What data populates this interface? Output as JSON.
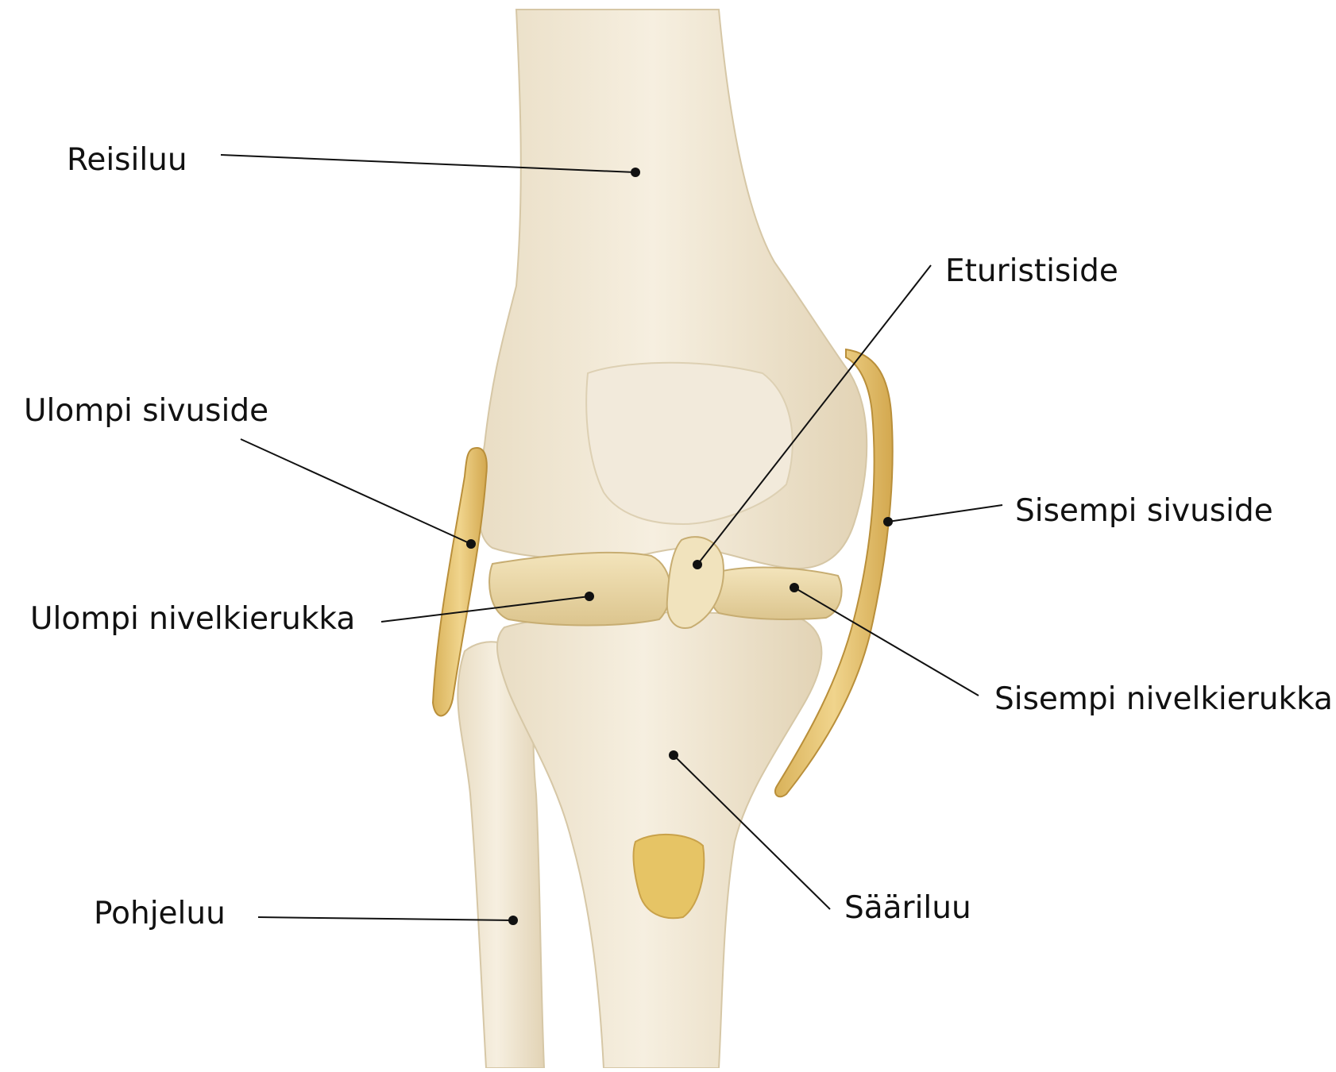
{
  "labels": {
    "reisiluu": "Reisiluu",
    "eturistiside": "Eturistiside",
    "ulompi_sivuside": "Ulompi sivuside",
    "sisempi_sivuside": "Sisempi sivuside",
    "ulompi_nivelkierukka": "Ulompi nivelkierukka",
    "sisempi_nivelkierukka": "Sisempi nivelkierukka",
    "saariluu": "Sääriluu",
    "pohjeluu": "Pohjeluu"
  },
  "colors": {
    "bone": "#efe6d3",
    "bone_shadow": "#dccfb4",
    "ligament": "#e7c77a",
    "ligament_dark": "#c9a24a",
    "meniscus": "#ead8a6",
    "leader_line": "#111111"
  }
}
